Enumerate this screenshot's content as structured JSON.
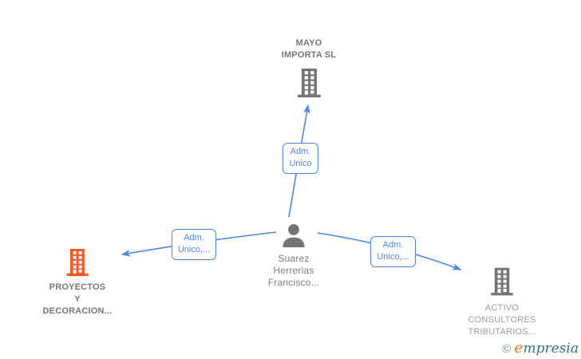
{
  "diagram": {
    "nodes": {
      "top_company": {
        "label": "MAYO IMPORTA SL",
        "lines": [
          "MAYO",
          "IMPORTA SL"
        ],
        "icon": "building-icon",
        "color": "#757575"
      },
      "person": {
        "label": "Suarez Herrerias Francisco...",
        "lines": [
          "Suarez",
          "Herrerias",
          "Francisco..."
        ],
        "icon": "person-icon",
        "color": "#757575"
      },
      "left_company": {
        "label": "PROYECTOS Y DECORACION...",
        "lines": [
          "PROYECTOS",
          "Y",
          "DECORACION..."
        ],
        "icon": "building-icon",
        "color": "#ff5722"
      },
      "right_company": {
        "label": "ACTIVO CONSULTORES TRIBUTARIOS...",
        "lines": [
          "ACTIVO",
          "CONSULTORES",
          "TRIBUTARIOS..."
        ],
        "icon": "building-icon",
        "color": "#757575"
      }
    },
    "edges": {
      "person_to_top": {
        "label": "Adm. Unico"
      },
      "person_to_left": {
        "label": "Adm. Unico,..."
      },
      "person_to_right": {
        "label": "Adm. Unico,..."
      }
    },
    "colors": {
      "edge_blue": "#4a86e8",
      "node_gray": "#757575",
      "highlight_orange": "#ff5722",
      "secondary_label_gray": "#9c9c9c"
    }
  },
  "footer": {
    "copyright_symbol": "©",
    "brand_initial": "e",
    "brand_rest": "mpresia"
  }
}
